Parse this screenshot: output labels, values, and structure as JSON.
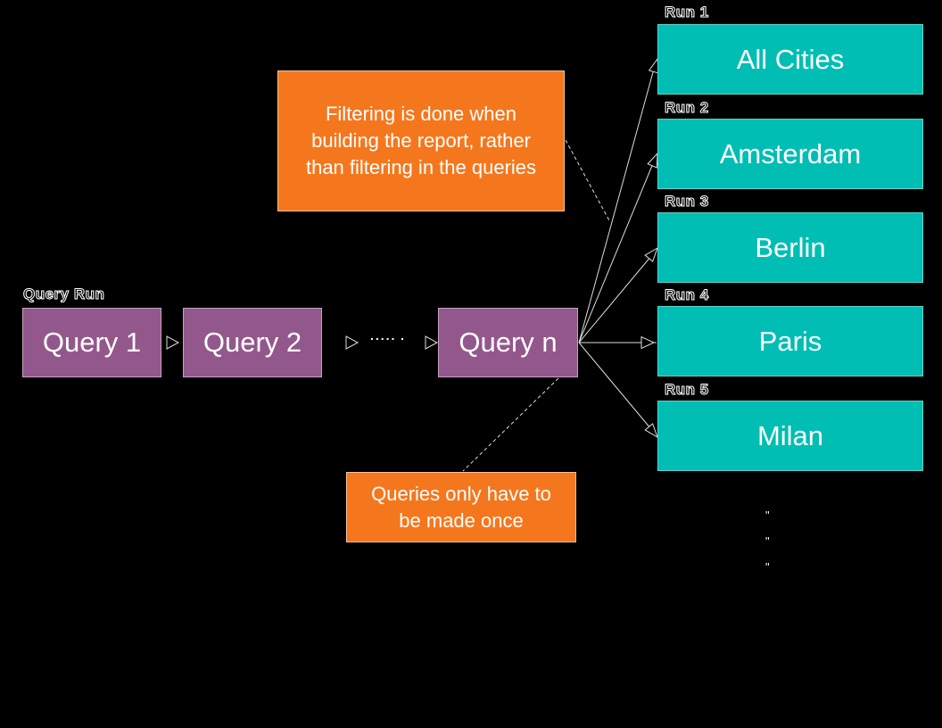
{
  "colors": {
    "background": "#000000",
    "purple": "#93588B",
    "teal": "#00BEB3",
    "orange": "#F5771D",
    "line": "#DDDDDD",
    "box_text": "#FFFFFF"
  },
  "chain": {
    "label": "Query Run",
    "boxes": [
      {
        "label": "Query 1"
      },
      {
        "label": "Query 2"
      },
      {
        "label": "Query n"
      }
    ],
    "ellipsis": ".....",
    "ellipsis_dot": "."
  },
  "notes": [
    {
      "text": "Filtering is done when\nbuilding the report, rather\nthan filtering in the queries"
    },
    {
      "text": "Queries only have to\nbe made once"
    }
  ],
  "runs": [
    {
      "label": "Run 1",
      "city": "All Cities"
    },
    {
      "label": "Run 2",
      "city": "Amsterdam"
    },
    {
      "label": "Run 3",
      "city": "Berlin"
    },
    {
      "label": "Run 4",
      "city": "Paris"
    },
    {
      "label": "Run 5",
      "city": "Milan"
    }
  ],
  "more_marker": {
    "marks": [
      "\"",
      "\"",
      "\""
    ]
  }
}
